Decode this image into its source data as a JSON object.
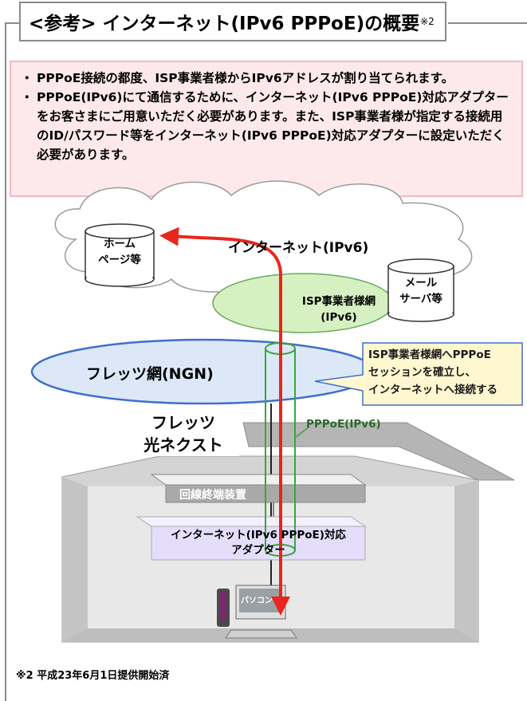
{
  "title": {
    "text": "<参考> インターネット(IPv6 PPPoE)の概要",
    "sup": "※2"
  },
  "notes": [
    {
      "bullet": "・",
      "text": "PPPoE接続の都度、ISP事業者様からIPv6アドレスが割り当てられます。"
    },
    {
      "bullet": "・",
      "text": "PPPoE(IPv6)にて通信するために、インターネット(IPv6 PPPoE)対応アダプターをお客さまにご用意いただく必要があります。また、ISP事業者様が指定する接続用のID/パスワード等をインターネット(IPv6 PPPoE)対応アダプターに設定いただく必要があります。"
    }
  ],
  "diagram": {
    "internet_cloud": "インターネット(IPv6)",
    "homepage": [
      "ホーム",
      "ページ等"
    ],
    "mail_server": [
      "メール",
      "サーバ等"
    ],
    "isp_network": [
      "ISP事業者様網",
      "(IPv6)"
    ],
    "flets_network": "フレッツ網(NGN)",
    "callout": [
      "ISP事業者様網へPPPoE",
      "セッションを確立し、",
      "インターネットへ接続する"
    ],
    "pppoe_label": "PPPoE(IPv6)",
    "flets_next": [
      "フレッツ",
      "光ネクスト"
    ],
    "onu": "回線終端装置",
    "adapter": [
      "インターネット(IPv6 PPPoE)対応",
      "アダプター"
    ],
    "pc": "パソコン"
  },
  "colors": {
    "arrow": "#e8261c",
    "tunnel": "#3aa63a",
    "isp_fill": "#d6f0c2",
    "ngn_fill": "#dce8f8",
    "ngn_border": "#3f6fc8",
    "callout_fill": "#fff7d0",
    "callout_border": "#3f6fc8",
    "note_fill": "#fde9ec"
  },
  "footnote": "※2 平成23年6月1日提供開始済"
}
